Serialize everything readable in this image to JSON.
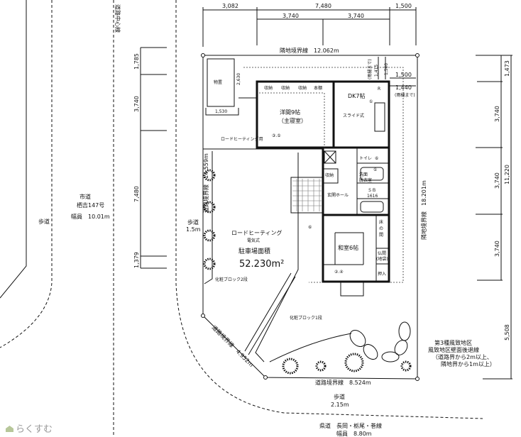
{
  "top_dimensions": {
    "row1": [
      "3,082",
      "7,480",
      "1,500"
    ],
    "row2": [
      "3,740",
      "3,740"
    ]
  },
  "left_dimensions": [
    "1,785",
    "3,740",
    "7,480",
    "1,379"
  ],
  "right_dimensions": [
    "1,473",
    "3,740",
    "3,740",
    "3,740",
    "11,220",
    "5,508"
  ],
  "boundaries": {
    "top": "隣地境界線　12.062m",
    "right": "隣地境界線　18.201m",
    "left": "道路境界線　14.559m",
    "diagonal": "道路境界線　4.952m",
    "bottom": "道路境界線　8.524m"
  },
  "setbacks": {
    "top_a": "1,415",
    "top_a_note": "(雨樋まで)",
    "top_b": "1,500",
    "right_a": "1,500",
    "right_b": "1,440",
    "right_b_note": "(雨樋まで)",
    "storage_w": "1,530",
    "storage_h": "2,630"
  },
  "roads": {
    "center_line": "道路中心線",
    "city_road": [
      "市道",
      "栖吉147号",
      "幅員　10.01m"
    ],
    "sidewalk_left": "歩道",
    "sidewalk_right": [
      "歩道",
      "1.5m"
    ],
    "sidewalk_bottom": [
      "歩道",
      "2.15m"
    ],
    "prefectural_road": [
      "県道　長岡・栃尾・巻線",
      "幅員　8.80m"
    ]
  },
  "rooms": {
    "storage": "物置",
    "western_room": [
      "洋間9帖",
      "（主寝室）"
    ],
    "closets": [
      "収納",
      "収納",
      "収納",
      "本棚"
    ],
    "dk": "DK7帖",
    "kitchen_note": "スライド式",
    "toilet": "トイレ",
    "washroom": [
      "洗面",
      "脱衣室"
    ],
    "bath": [
      "ＳＢ",
      "1616"
    ],
    "storage2": "収納",
    "hall": "玄関ホール",
    "japanese_room": "和室6帖",
    "alcove": [
      "床",
      "の",
      "間"
    ],
    "altar": [
      "仏間",
      "(地袋)"
    ],
    "closet": "押入",
    "road_heating_unit": "ロードヒーティング用",
    "marks": [
      "③.⑤",
      "②.④",
      "①",
      "①",
      "⑥",
      "⑥",
      "R"
    ]
  },
  "parking": {
    "heating": "ロードヒーティング",
    "heating_type": "電気式",
    "area_label": "駐車場面積",
    "area_value": "52.230m²"
  },
  "blocks": {
    "two_tier": "化粧ブロック2段",
    "one_tier": "化粧ブロック1段"
  },
  "zone_note": [
    "第3種風致地区",
    "風致地区壁面後退線",
    "（道路界から2m以上、",
    "隣地界から1m以上）"
  ],
  "logo": "らくすむ"
}
